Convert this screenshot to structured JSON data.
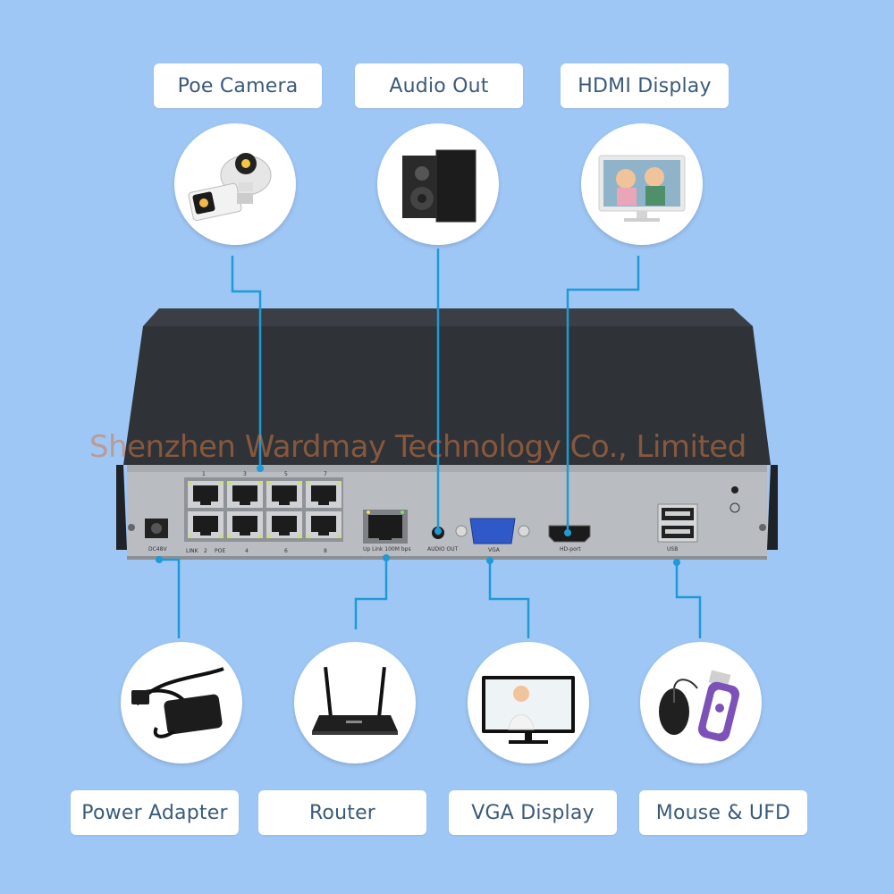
{
  "labels": {
    "poe_camera": "Poe Camera",
    "audio_out": "Audio Out",
    "hdmi_display": "HDMI Display",
    "power_adapter": "Power Adapter",
    "router": "Router",
    "vga_display": "VGA Display",
    "mouse_ufd": "Mouse & UFD"
  },
  "watermark": "Shenzhen Wardmay Technology Co., Limited",
  "panel": {
    "port_top_numbers": [
      "1",
      "3",
      "5",
      "7"
    ],
    "port_bottom_numbers": [
      "2",
      "4",
      "6",
      "8"
    ],
    "link": "LINK",
    "poe": "POE",
    "dc": "DC48V",
    "uplink": "Up Link 100M bps",
    "audio": "AUDIO OUT",
    "vga": "VGA",
    "hd": "HD-port",
    "usb": "USB"
  },
  "colors": {
    "background": "#9fc7f5",
    "connector_line": "#1e9ad6",
    "label_text": "#3a5a7a",
    "device_body": "#2f3237",
    "device_panel": "#b9bcc0"
  }
}
